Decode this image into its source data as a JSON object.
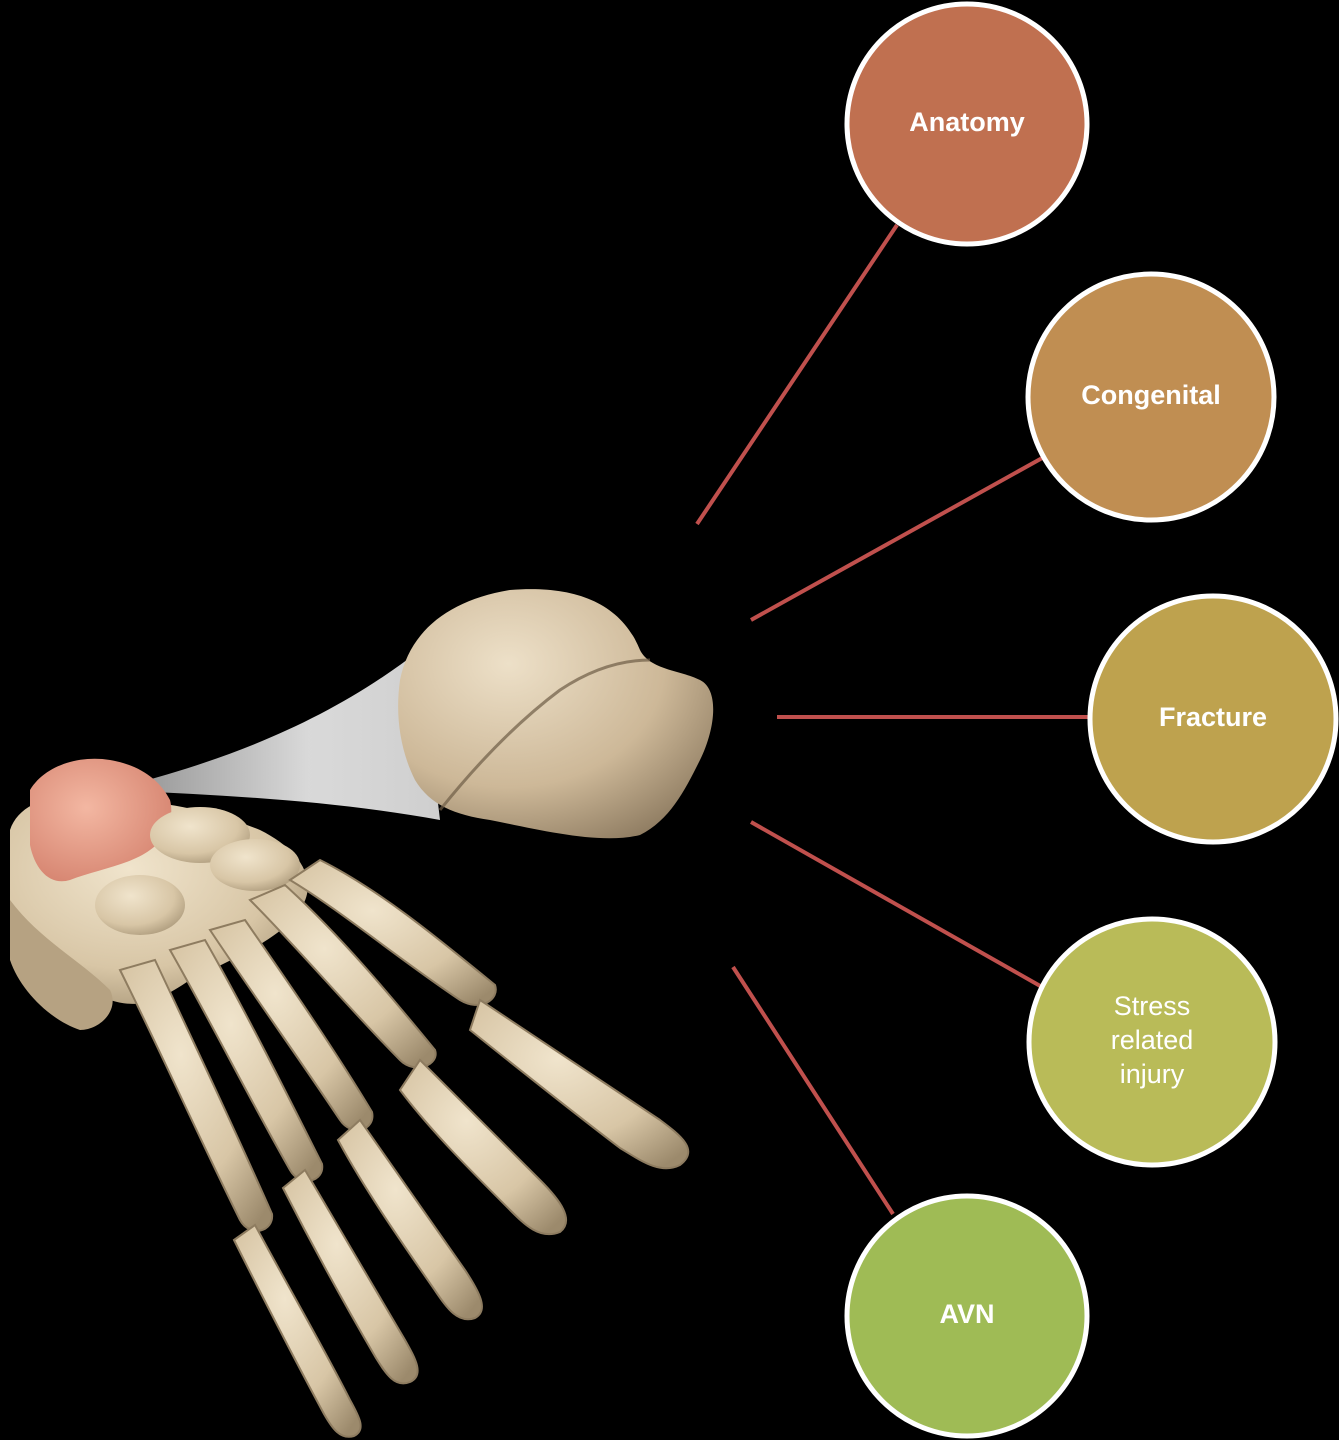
{
  "nodes": [
    {
      "id": "anatomy",
      "label_lines": [
        "Anatomy"
      ],
      "bold": true,
      "fill": "#c07050"
    },
    {
      "id": "congenital",
      "label_lines": [
        "Congenital"
      ],
      "bold": true,
      "fill": "#c08e52"
    },
    {
      "id": "fracture",
      "label_lines": [
        "Fracture"
      ],
      "bold": true,
      "fill": "#bea24e"
    },
    {
      "id": "stress-related-injury",
      "label_lines": [
        "Stress",
        "related",
        "injury"
      ],
      "bold": false,
      "fill": "#b9bb58"
    },
    {
      "id": "avn",
      "label_lines": [
        "AVN"
      ],
      "bold": true,
      "fill": "#9fbb55"
    }
  ],
  "colors": {
    "background": "#000000",
    "connector": "#c0504d",
    "node_border": "#ffffff",
    "bone": "#e2d2b6",
    "bone_shadow": "#a8957a",
    "highlight": "#e8a08a"
  },
  "illustration": {
    "subject": "foot skeleton with magnified tarsal bone"
  }
}
